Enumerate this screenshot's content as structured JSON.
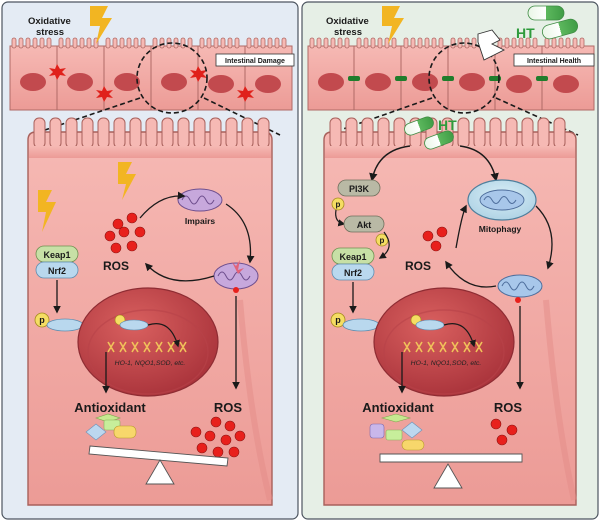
{
  "left": {
    "oxidative_stress": "Oxidative\nstress",
    "tissue_label": "Intestinal Damage",
    "impairs": "Impairs",
    "ros_top": "ROS",
    "keap1": "Keap1",
    "nrf2": "Nrf2",
    "p": "p",
    "genes": "HO-1, NQO1,SOD, etc.",
    "antioxidant": "Antioxidant",
    "ros_bottom": "ROS"
  },
  "right": {
    "oxidative_stress": "Oxidative\nstress",
    "ht_top": "HT",
    "tissue_label": "Intestinal Health",
    "ht_cell": "HT",
    "pi3k": "PI3K",
    "p1": "p",
    "akt": "Akt",
    "p2": "p",
    "keap1": "Keap1",
    "nrf2": "Nrf2",
    "mitophagy": "Mitophagy",
    "ros_top": "ROS",
    "p3": "p",
    "genes": "HO-1, NQO1,SOD, etc.",
    "antioxidant": "Antioxidant",
    "ros_bottom": "ROS"
  },
  "colors": {
    "left_bg": "#e4ebf4",
    "right_bg": "#e6efe6",
    "cell": "#f2aaa6",
    "nucleus": "#c94a4f",
    "ros": "#e8201c",
    "lightning": "#f2b522",
    "ht_green": "#2e9b3c"
  }
}
